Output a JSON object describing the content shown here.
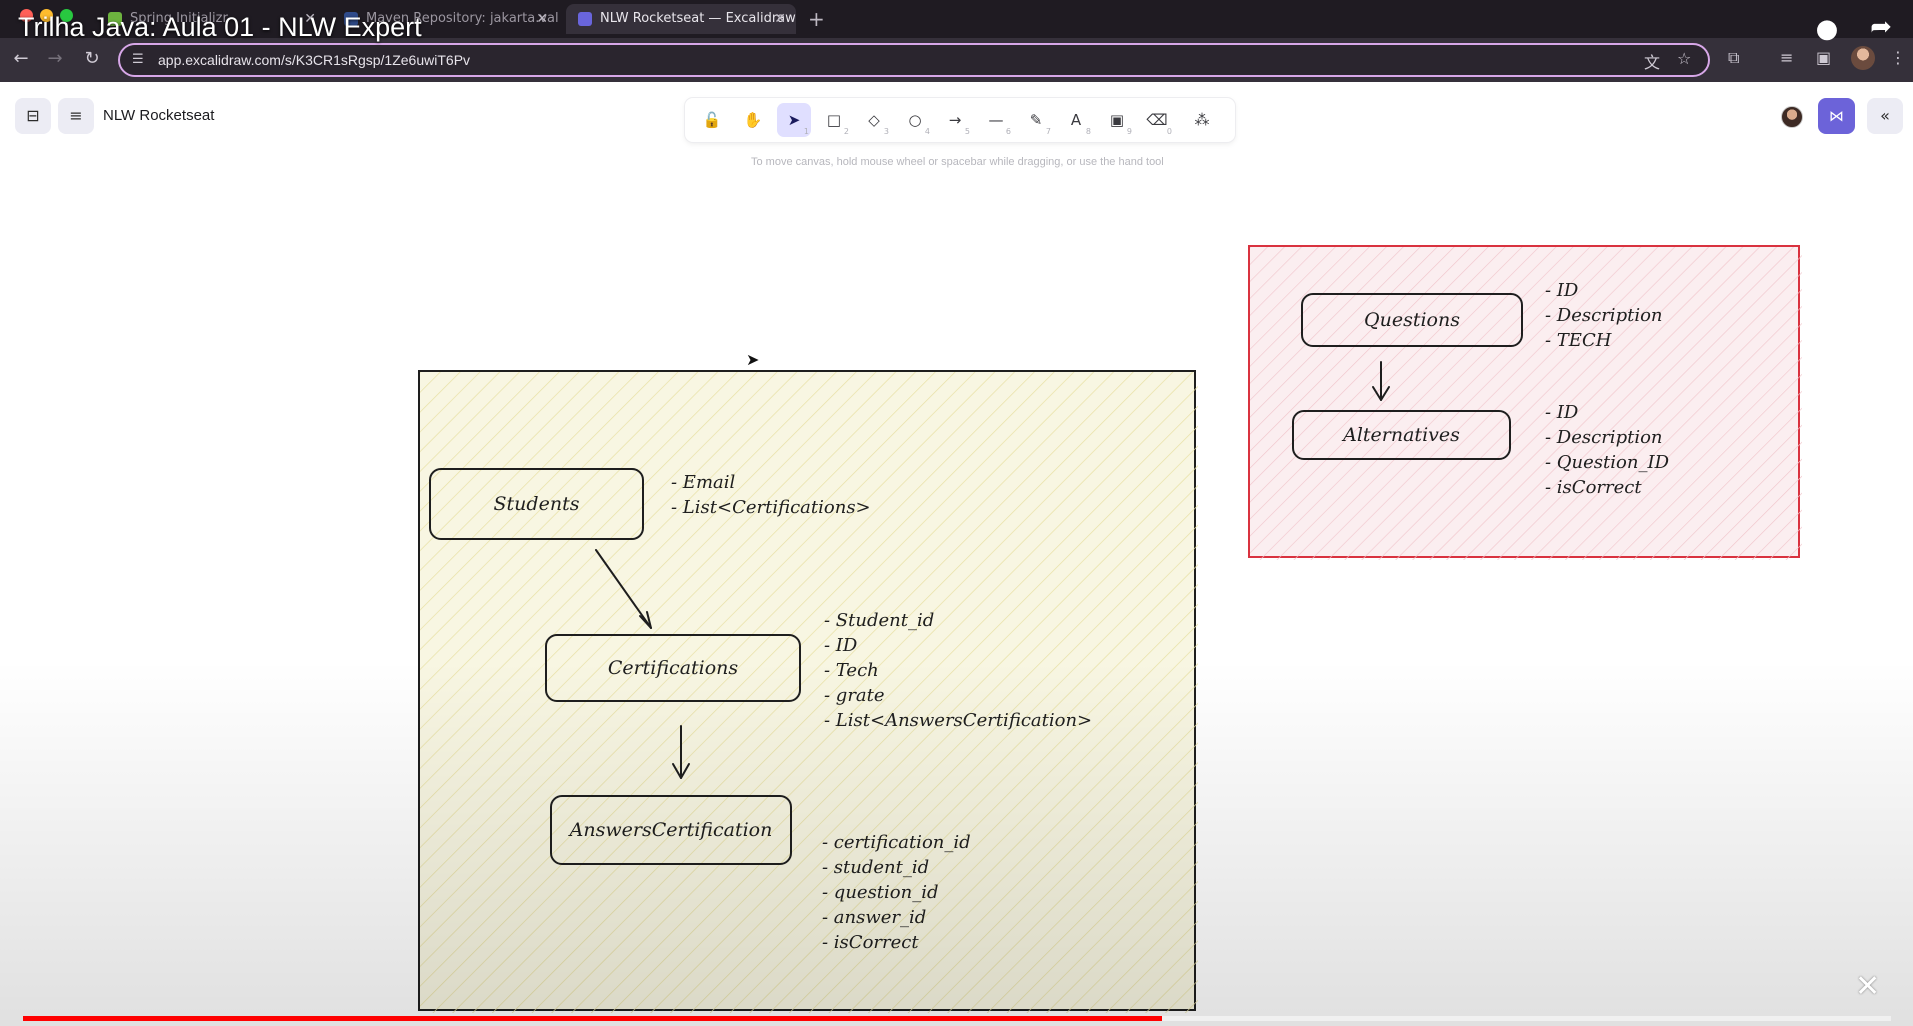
{
  "video": {
    "title": "Trilha Java: Aula 01 - NLW Expert",
    "progress_fraction": 0.61
  },
  "browser": {
    "tabs": [
      {
        "title": "Spring Initializr",
        "active": false,
        "favicon_color": "#6db33f"
      },
      {
        "title": "Maven Repository: jakarta.val",
        "active": false,
        "favicon_color": "#2f4b8b"
      },
      {
        "title": "NLW Rocketseat — Excalidraw",
        "active": true,
        "favicon_color": "#6965db"
      }
    ],
    "url": "app.excalidraw.com/s/K3CR1sRgsp/1Ze6uwiT6Pv"
  },
  "excalidraw": {
    "document_title": "NLW Rocketseat",
    "hint": "To move canvas, hold mouse wheel or spacebar while dragging, or use the hand tool",
    "tools": [
      {
        "name": "lock",
        "icon": "🔓",
        "key": ""
      },
      {
        "name": "hand",
        "icon": "✋",
        "key": ""
      },
      {
        "name": "selection",
        "icon": "➤",
        "key": "1",
        "active": true
      },
      {
        "name": "rectangle",
        "icon": "□",
        "key": "2"
      },
      {
        "name": "diamond",
        "icon": "◇",
        "key": "3"
      },
      {
        "name": "ellipse",
        "icon": "○",
        "key": "4"
      },
      {
        "name": "arrow",
        "icon": "→",
        "key": "5"
      },
      {
        "name": "line",
        "icon": "—",
        "key": "6"
      },
      {
        "name": "draw",
        "icon": "✎",
        "key": "7"
      },
      {
        "name": "text",
        "icon": "A",
        "key": "8"
      },
      {
        "name": "image",
        "icon": "▣",
        "key": "9"
      },
      {
        "name": "eraser",
        "icon": "⌫",
        "key": "0"
      },
      {
        "name": "more-tools",
        "icon": "⁂",
        "key": ""
      }
    ],
    "accent_color": "#6c63d9"
  },
  "diagram": {
    "left": {
      "students": {
        "label": "Students",
        "fields": [
          "- Email",
          "- List<Certifications>"
        ]
      },
      "certifications": {
        "label": "Certifications",
        "fields": [
          "- Student_id",
          "- ID",
          "- Tech",
          "- grate",
          "- List<AnswersCertification>"
        ]
      },
      "answers": {
        "label": "AnswersCertification",
        "fields": [
          "- certification_id",
          "- student_id",
          "- question_id",
          "- answer_id",
          "- isCorrect"
        ]
      }
    },
    "right": {
      "questions": {
        "label": "Questions",
        "fields": [
          "- ID",
          "- Description",
          "- TECH"
        ]
      },
      "alternatives": {
        "label": "Alternatives",
        "fields": [
          "- ID",
          "- Description",
          "- Question_ID",
          "- isCorrect"
        ]
      }
    },
    "colors": {
      "left_frame": "#f8f6e2",
      "right_frame": "#fbeef0",
      "right_border": "#d9323f"
    }
  }
}
